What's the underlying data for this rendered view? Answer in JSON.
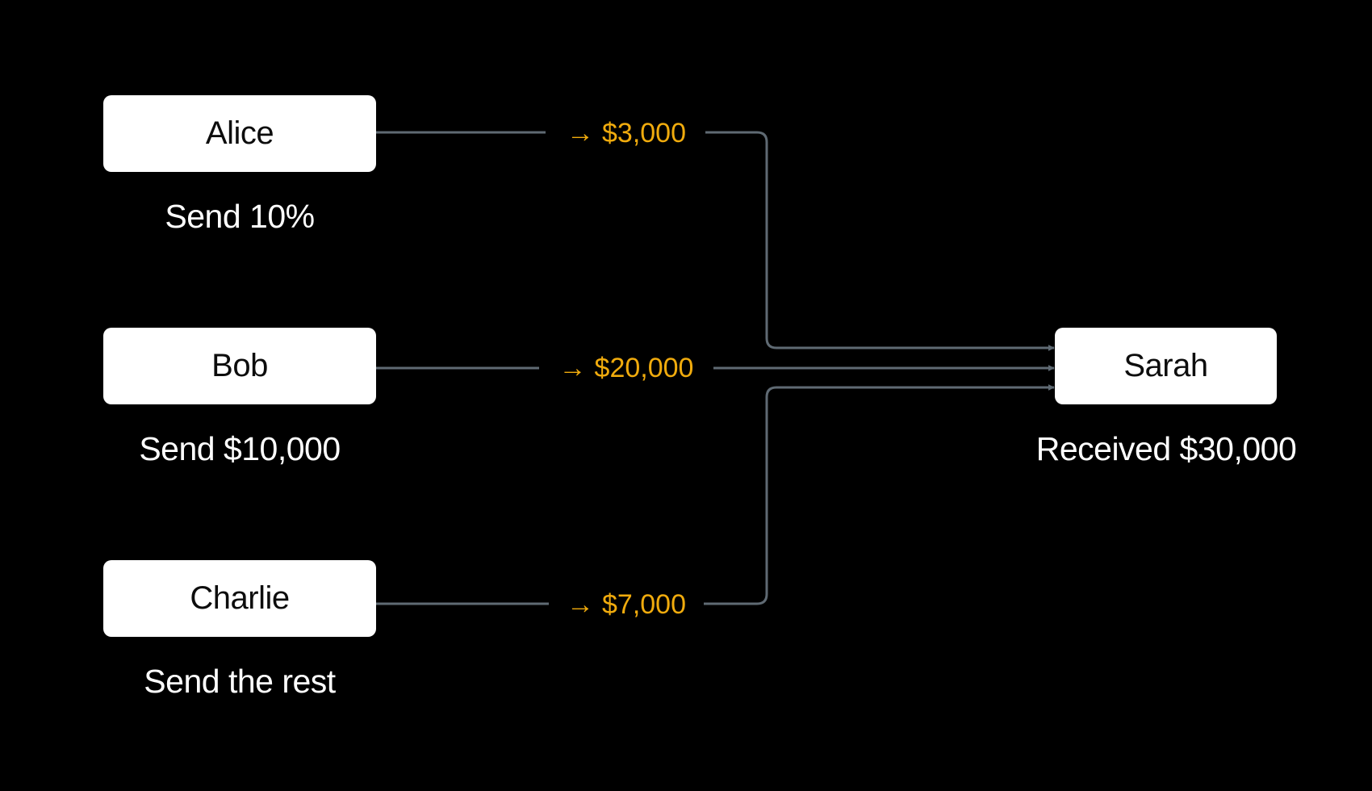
{
  "nodes": {
    "alice": {
      "label": "Alice",
      "caption": "Send 10%"
    },
    "bob": {
      "label": "Bob",
      "caption": "Send $10,000"
    },
    "charlie": {
      "label": "Charlie",
      "caption": "Send the rest"
    },
    "sarah": {
      "label": "Sarah",
      "caption": "Received $30,000"
    }
  },
  "flows": [
    {
      "from": "Alice",
      "to": "Sarah",
      "arrow": "→",
      "amount": "$3,000"
    },
    {
      "from": "Bob",
      "to": "Sarah",
      "arrow": "→",
      "amount": "$20,000"
    },
    {
      "from": "Charlie",
      "to": "Sarah",
      "arrow": "→",
      "amount": "$7,000"
    }
  ],
  "colors": {
    "background": "#000000",
    "node_fill": "#ffffff",
    "node_text": "#0d0d0d",
    "caption_text": "#ffffff",
    "amount_text": "#f0ab0d",
    "connector": "#5f6a73"
  }
}
